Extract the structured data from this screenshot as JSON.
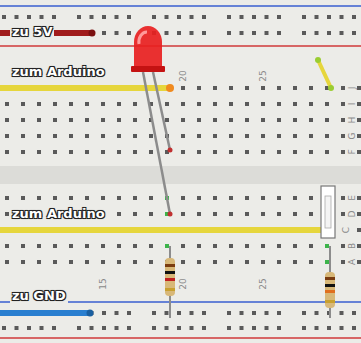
{
  "diagram": {
    "labels": [
      "zu 5V",
      "zum Arduino",
      "20",
      "25",
      "J",
      "I",
      "H",
      "G",
      "F",
      "E",
      "D",
      "C",
      "B",
      "A",
      "zum Arduino",
      "15",
      "20",
      "25",
      "zu GND"
    ]
  }
}
